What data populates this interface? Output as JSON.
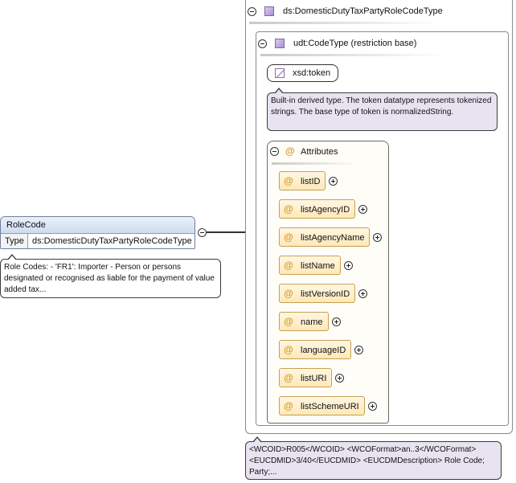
{
  "element": {
    "name": "RoleCode",
    "type_label": "Type",
    "type_value": "ds:DomesticDutyTaxPartyRoleCodeType",
    "documentation": "Role Codes: - 'FR1': Importer - Person or persons designated or recognised as liable for the payment of value added tax..."
  },
  "complex_type": {
    "name": "ds:DomesticDutyTaxPartyRoleCodeType",
    "base_type": "udt:CodeType (restriction base)",
    "token": {
      "name": "xsd:token",
      "documentation": "Built-in derived type. The token datatype represents tokenized strings. The base type of token is normalizedString."
    },
    "attributes_label": "Attributes",
    "attributes": [
      {
        "name": "listID"
      },
      {
        "name": "listAgencyID"
      },
      {
        "name": "listAgencyName"
      },
      {
        "name": "listName"
      },
      {
        "name": "listVersionID"
      },
      {
        "name": "name"
      },
      {
        "name": "languageID"
      },
      {
        "name": "listURI"
      },
      {
        "name": "listSchemeURI"
      }
    ],
    "documentation": "<WCOID>R005</WCOID> <WCOFormat>an..3</WCOFormat> <EUCDMID>3/40</EUCDMID> <EUCDMDescription> Role Code; Party;..."
  },
  "colors": {
    "element_header": "#cfdcef",
    "annotation_bg": "#e9e3f1",
    "attribute_fill": "#fde8b8",
    "attribute_border": "#c7a052",
    "at_symbol": "#d49a2c"
  }
}
